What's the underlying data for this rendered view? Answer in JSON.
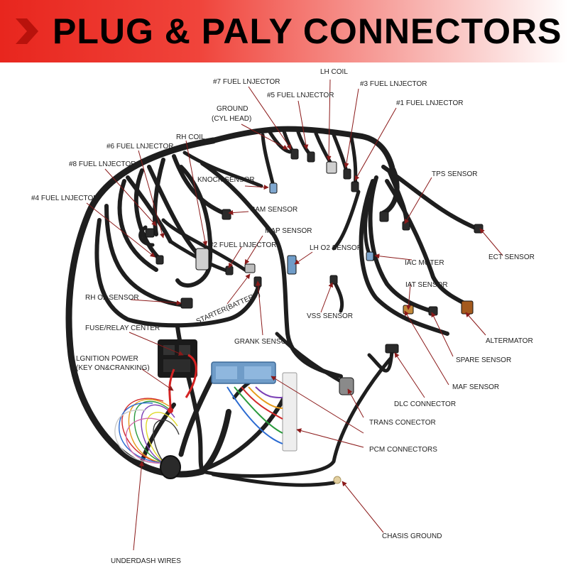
{
  "header": {
    "title": "PLUG & PALY CONNECTORS"
  },
  "colors": {
    "banner": "#e8261e",
    "harness": "#1e1e1e",
    "arrow": "#8b1a1a",
    "pcm": "#6f9cc8"
  },
  "labels": {
    "fuel7": "#7 FUEL LNJECTOR",
    "lhcoil": "LH COIL",
    "fuel3": "#3 FUEL LNJECTOR",
    "fuel5": "#5 FUEL LNJECTOR",
    "ground1": "GROUND",
    "ground2": "(CYL HEAD)",
    "fuel1": "#1 FUEL LNJECTOR",
    "rhcoil": "RH COIL",
    "fuel6": "#6 FUEL LNJECTOR",
    "fuel8": "#8 FUEL LNJECTOR",
    "knock": "KNOCK SENSOR",
    "tps": "TPS SENSOR",
    "fuel4": "#4 FUEL LNJECTOR",
    "cam": "CAM SENSOR",
    "map": "MAP SENSOR",
    "fuel2": "#2 FUEL LNJECTOR",
    "lho2": "LH O2 SENSOR",
    "ect": "ECT SENSOR",
    "iac": "IAC MOTER",
    "iat": "IAT  SENSOR",
    "rho2": "RH O2 SENSOR",
    "starter": "STARTER(BATTERY)",
    "vss": "VSS SENSOR",
    "fuse": "FUSE/RELAY CENTER",
    "grank": "GRANK SENSOR",
    "altermator": "ALTERMATOR",
    "ign1": "LGNITION POWER",
    "ign2": "(KEY ON&CRANKING)",
    "spare": "SPARE SENSOR",
    "maf": "MAF SENSOR",
    "dlc": "DLC CONNECTOR",
    "trans": "TRANS CONECTOR",
    "pcm": "PCM   CONNECTORS",
    "chasis": "CHASIS GROUND",
    "underdash": "UNDERDASH WIRES"
  }
}
